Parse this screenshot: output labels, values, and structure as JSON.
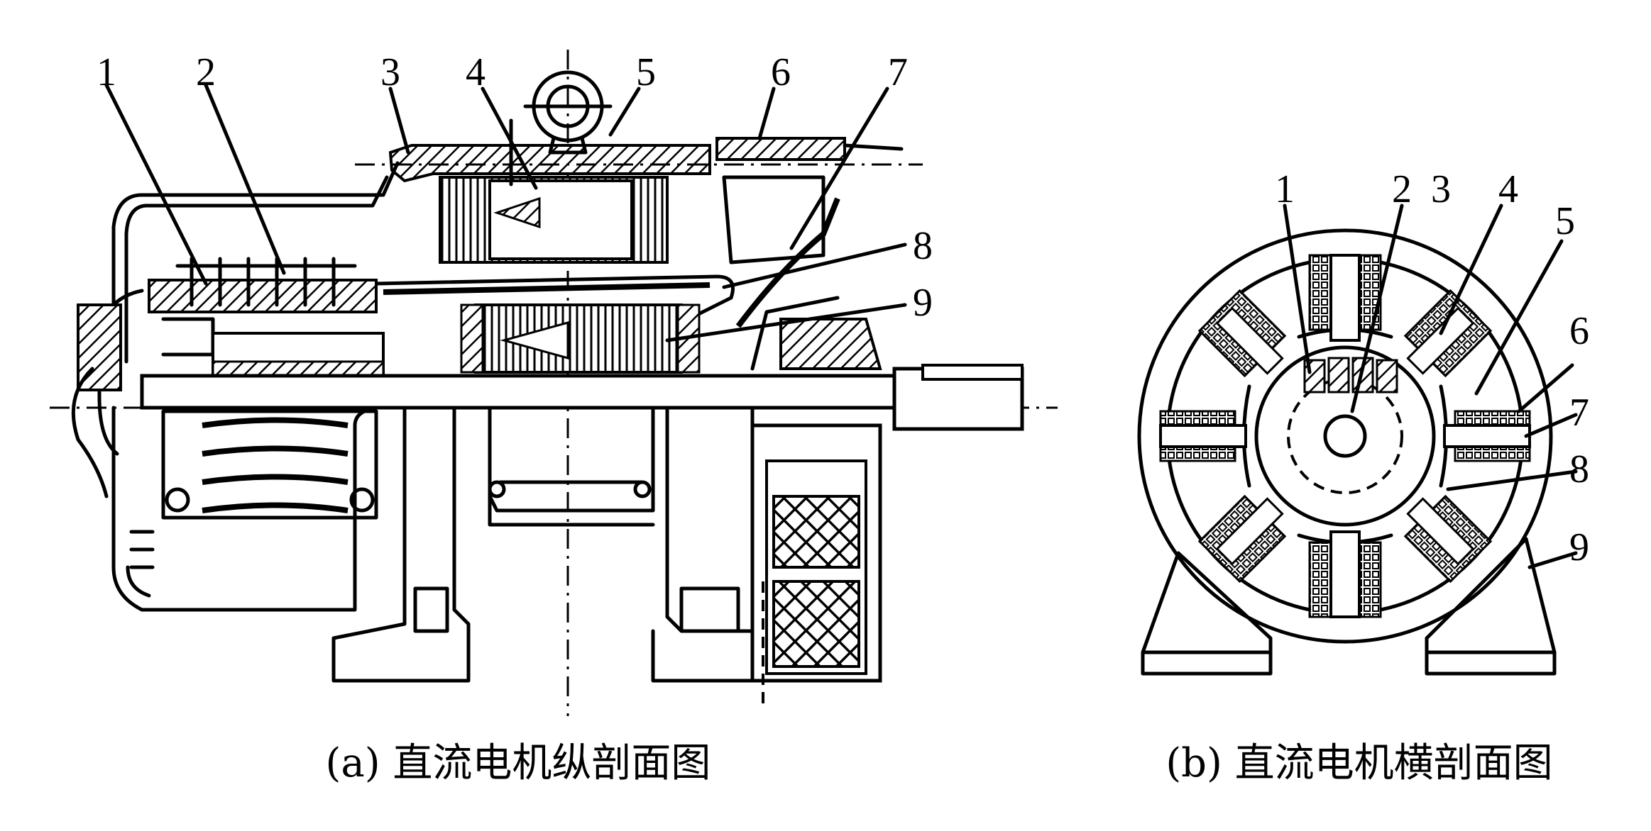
{
  "figure_a": {
    "caption": "(a) 直流电机纵剖面图",
    "labels": [
      "1",
      "2",
      "3",
      "4",
      "5",
      "6",
      "7",
      "8",
      "9"
    ]
  },
  "figure_b": {
    "caption": "(b) 直流电机横剖面图",
    "labels": [
      "1",
      "2",
      "3",
      "4",
      "5",
      "6",
      "7",
      "8",
      "9"
    ]
  }
}
